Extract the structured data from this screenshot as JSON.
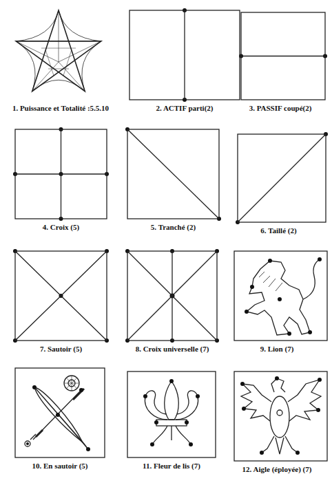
{
  "diagram": {
    "nodes": [
      {
        "text": [
          "1. Puissance et Totalité :5.5.10"
        ]
      },
      {
        "text": [
          "2. ACTIF parti(2)"
        ]
      },
      {
        "text": [
          "3. PASSIF coupé(2)"
        ]
      },
      {
        "text": [
          "4. Croix (5)"
        ]
      },
      {
        "text": [
          "5. Tranché (2)"
        ]
      },
      {
        "text": [
          "6. Taillé (2)"
        ]
      },
      {
        "text": [
          "7. Sautoir (5)"
        ]
      },
      {
        "text": [
          "8. Croix universelle (7)"
        ]
      },
      {
        "text": [
          "9. Lion (7)"
        ]
      },
      {
        "text": [
          "10. En sautoir (5)"
        ]
      },
      {
        "text": [
          "11. Fleur de lis (7)"
        ]
      },
      {
        "text": [
          "12. Aigle (éployée) (7)"
        ]
      }
    ]
  }
}
